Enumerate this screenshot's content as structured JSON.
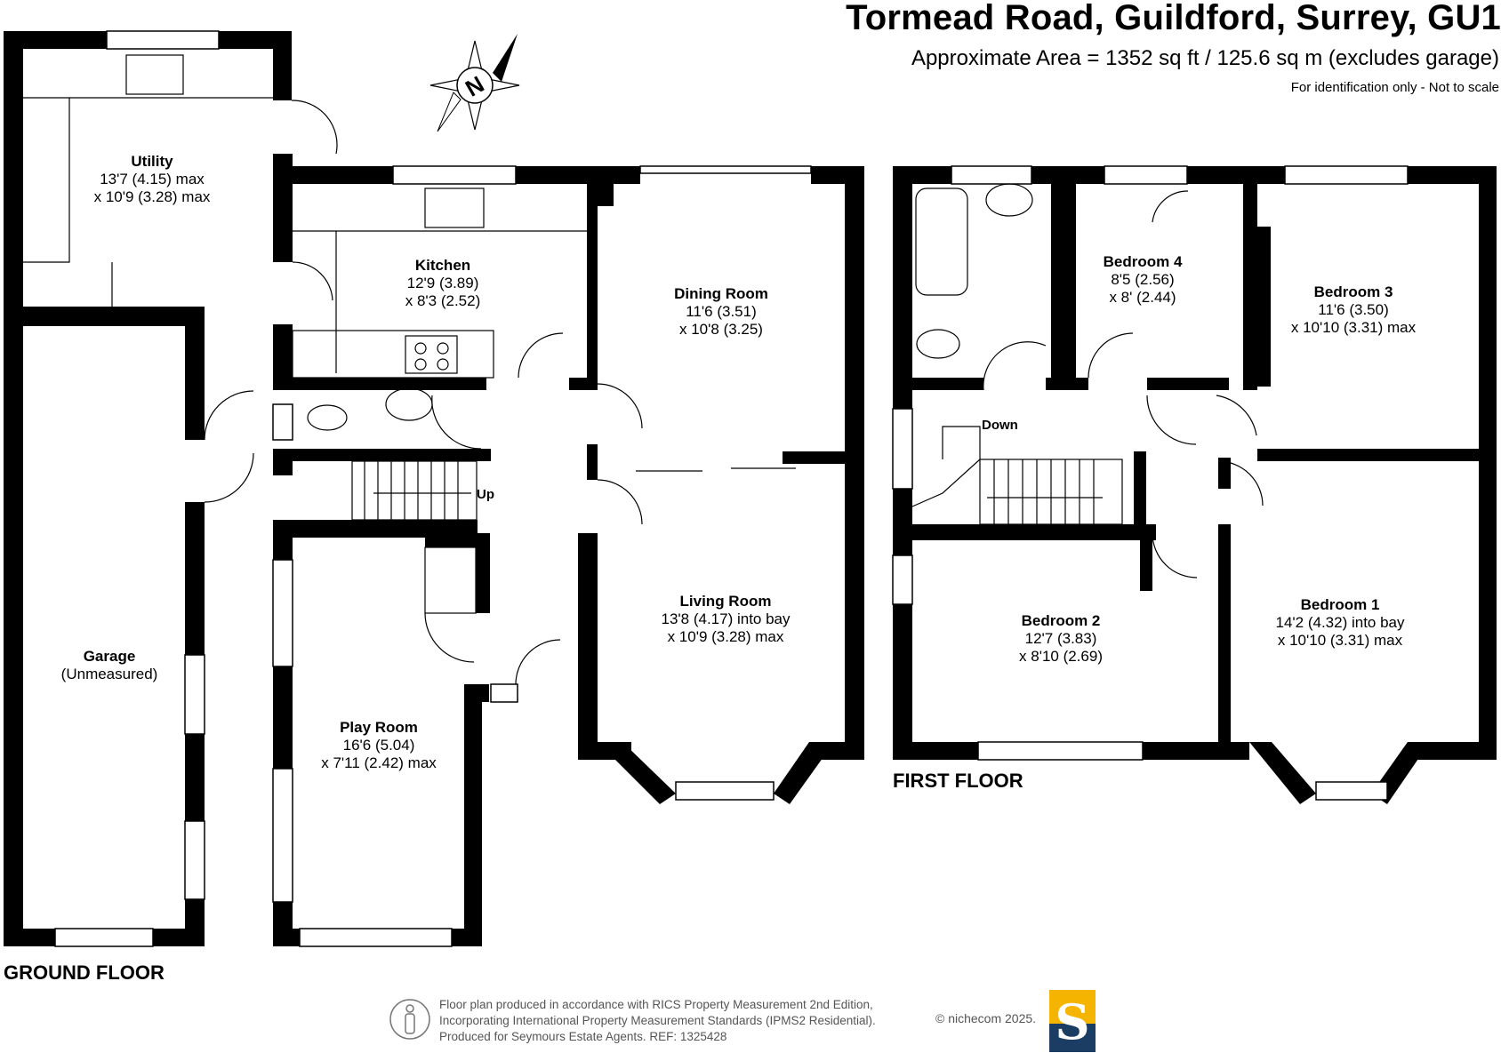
{
  "header": {
    "title": "Tormead Road, Guildford, Surrey, GU1",
    "area": "Approximate Area = 1352 sq ft / 125.6 sq m (excludes garage)",
    "note": "For identification only - Not to scale"
  },
  "compass": {
    "label": "N"
  },
  "floors": {
    "ground": "GROUND FLOOR",
    "first": "FIRST FLOOR"
  },
  "rooms": {
    "utility": {
      "name": "Utility",
      "dim1": "13'7 (4.15) max",
      "dim2": "x 10'9 (3.28) max"
    },
    "kitchen": {
      "name": "Kitchen",
      "dim1": "12'9 (3.89)",
      "dim2": "x 8'3 (2.52)"
    },
    "dining": {
      "name": "Dining Room",
      "dim1": "11'6 (3.51)",
      "dim2": "x 10'8 (3.25)"
    },
    "living": {
      "name": "Living Room",
      "dim1": "13'8 (4.17) into bay",
      "dim2": "x 10'9 (3.28) max"
    },
    "garage": {
      "name": "Garage",
      "dim1": "(Unmeasured)"
    },
    "play": {
      "name": "Play Room",
      "dim1": "16'6 (5.04)",
      "dim2": "x 7'11 (2.42) max"
    },
    "bed4": {
      "name": "Bedroom 4",
      "dim1": "8'5 (2.56)",
      "dim2": "x 8' (2.44)"
    },
    "bed3": {
      "name": "Bedroom 3",
      "dim1": "11'6 (3.50)",
      "dim2": "x 10'10 (3.31) max"
    },
    "bed2": {
      "name": "Bedroom 2",
      "dim1": "12'7 (3.83)",
      "dim2": "x 8'10 (2.69)"
    },
    "bed1": {
      "name": "Bedroom 1",
      "dim1": "14'2 (4.32) into bay",
      "dim2": "x 10'10 (3.31) max"
    }
  },
  "stairs": {
    "up": "Up",
    "down": "Down"
  },
  "footer": {
    "line1": "Floor plan produced in accordance with RICS Property Measurement 2nd Edition,",
    "line2": "Incorporating International Property Measurement Standards (IPMS2 Residential).",
    "line3": "Produced for Seymours Estate Agents.   REF: 1325428",
    "copyright": "© nichecom 2025.",
    "logo_letter": "S"
  },
  "colors": {
    "wall": "#000000",
    "logo_gold": "#f4b400",
    "logo_navy": "#1c3d63"
  }
}
